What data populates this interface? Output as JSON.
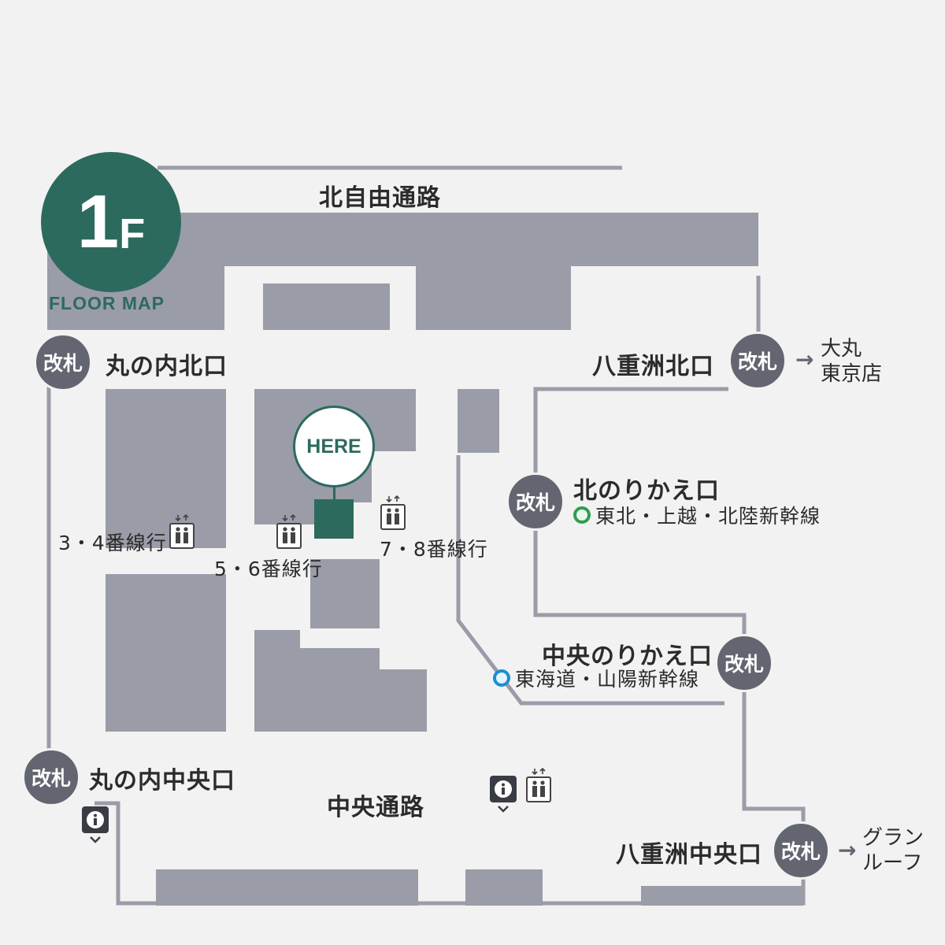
{
  "floor": {
    "number": "1",
    "unit": "F",
    "caption": "FLOOR MAP"
  },
  "here": {
    "label": "HERE"
  },
  "passages": {
    "north": "北自由通路",
    "central": "中央通路"
  },
  "gates": {
    "label": "改札",
    "marunouchi_north": "丸の内北口",
    "marunouchi_central": "丸の内中央口",
    "yaesu_north": "八重洲北口",
    "yaesu_central": "八重洲中央口",
    "north_transfer": "北のりかえ口",
    "central_transfer": "中央のりかえ口"
  },
  "transfer_lines": {
    "north": {
      "text": "東北・上越・北陸新幹線",
      "color": "#2e9e4f"
    },
    "central": {
      "text": "東海道・山陽新幹線",
      "color": "#1a8fd0"
    }
  },
  "platforms": {
    "p34": "3・4番線行",
    "p56": "5・6番線行",
    "p78": "7・8番線行"
  },
  "destinations": {
    "daimaru": [
      "大丸",
      "東京店"
    ],
    "granroof": [
      "グラン",
      "ルーフ"
    ]
  },
  "icons": {
    "gate_icon": "ticket-gate",
    "elevator": "elevator-icon",
    "info": "information-icon",
    "arrow": "arrow-right-icon"
  },
  "colors": {
    "background": "#f2f2f2",
    "block": "#9a9ca8",
    "gate": "#636570",
    "accent": "#2d6a5e"
  }
}
